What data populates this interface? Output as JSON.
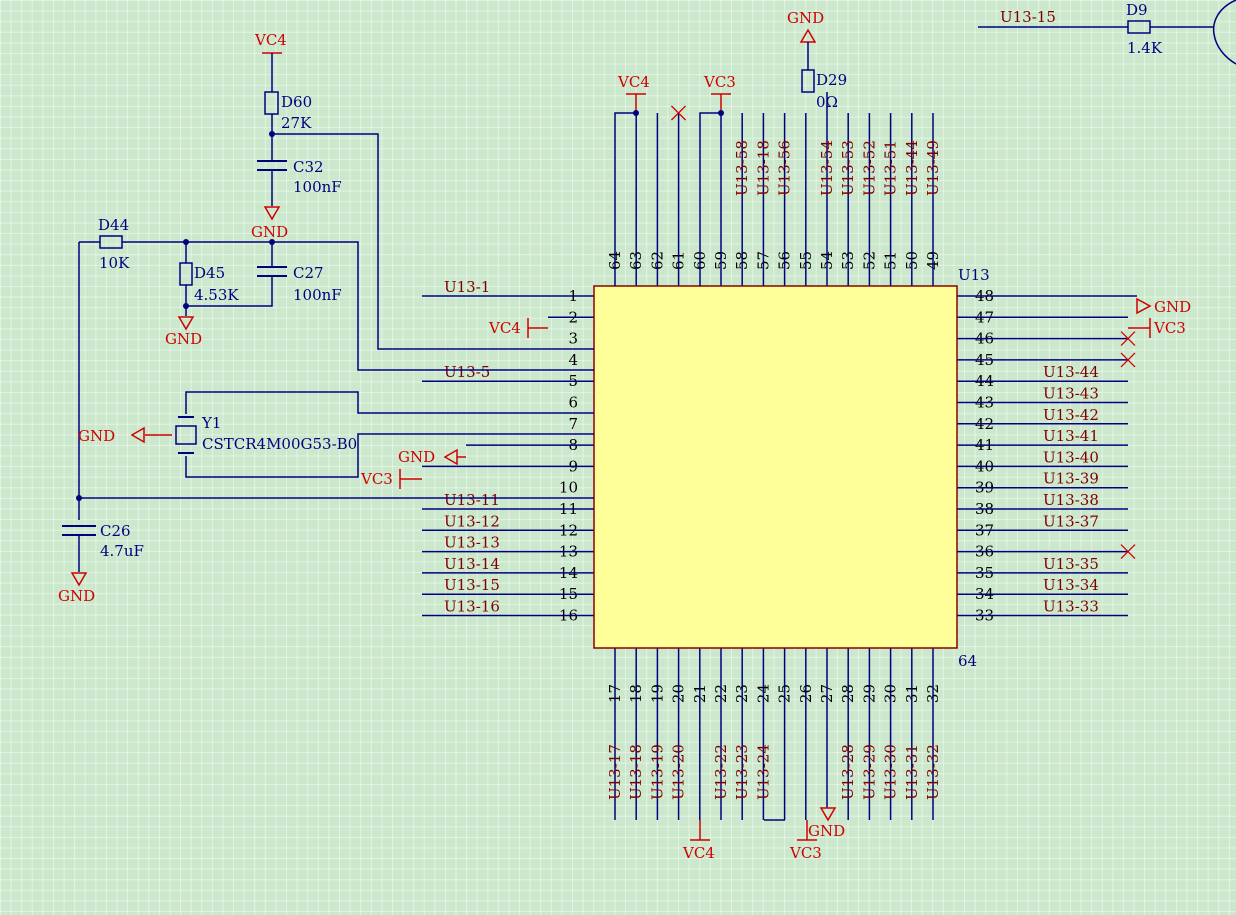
{
  "colors": {
    "wire": "#000080",
    "power": "#d00000",
    "netlabel": "#800000",
    "designator": "#000080",
    "chip_fill": "#ffff99",
    "chip_border": "#8b0000",
    "grid_bg": "#cce8cc"
  },
  "chip": {
    "designator": "U13",
    "corner_label": "64",
    "left_pins": [
      "1",
      "2",
      "3",
      "4",
      "5",
      "6",
      "7",
      "8",
      "9",
      "10",
      "11",
      "12",
      "13",
      "14",
      "15",
      "16"
    ],
    "right_pins": [
      "48",
      "47",
      "46",
      "45",
      "44",
      "43",
      "42",
      "41",
      "40",
      "39",
      "38",
      "37",
      "36",
      "35",
      "34",
      "33"
    ],
    "top_pins": [
      "64",
      "63",
      "62",
      "61",
      "60",
      "59",
      "58",
      "57",
      "56",
      "55",
      "54",
      "53",
      "52",
      "51",
      "50",
      "49"
    ],
    "bottom_pins": [
      "17",
      "18",
      "19",
      "20",
      "21",
      "22",
      "23",
      "24",
      "25",
      "26",
      "27",
      "28",
      "29",
      "30",
      "31",
      "32"
    ]
  },
  "nets": {
    "left": [
      "U13-1",
      "",
      "",
      "",
      "U13-5",
      "",
      "",
      "",
      "",
      "",
      "U13-11",
      "U13-12",
      "U13-13",
      "U13-14",
      "U13-15",
      "U13-16"
    ],
    "right": [
      "",
      "",
      "",
      "",
      "U13-44",
      "U13-43",
      "U13-42",
      "U13-41",
      "U13-40",
      "U13-39",
      "U13-38",
      "U13-37",
      "",
      "U13-35",
      "U13-34",
      "U13-33"
    ],
    "top": [
      "",
      "",
      "",
      "",
      "",
      "",
      "U13-58",
      "U13-18",
      "U13-56",
      "",
      "U13-54",
      "U13-53",
      "U13-52",
      "U13-51",
      "U13-44",
      "U13-49"
    ],
    "bottom": [
      "U13-17",
      "U13-18",
      "U13-19",
      "U13-20",
      "",
      "U13-22",
      "U13-23",
      "U13-24",
      "",
      "",
      "",
      "U13-28",
      "U13-29",
      "U13-30",
      "U13-31",
      "U13-32"
    ],
    "d9_net": "U13-15"
  },
  "power": {
    "vc4": "VC4",
    "vc3": "VC3",
    "gnd": "GND"
  },
  "components": {
    "d60": {
      "ref": "D60",
      "value": "27K"
    },
    "c32": {
      "ref": "C32",
      "value": "100nF"
    },
    "d44": {
      "ref": "D44",
      "value": "10K"
    },
    "d45": {
      "ref": "D45",
      "value": "4.53K"
    },
    "c27": {
      "ref": "C27",
      "value": "100nF"
    },
    "c26": {
      "ref": "C26",
      "value": "4.7uF"
    },
    "y1": {
      "ref": "Y1",
      "value": "CSTCR4M00G53-B0"
    },
    "d29": {
      "ref": "D29",
      "value": "0Ω"
    },
    "d9": {
      "ref": "D9",
      "value": "1.4K"
    }
  }
}
